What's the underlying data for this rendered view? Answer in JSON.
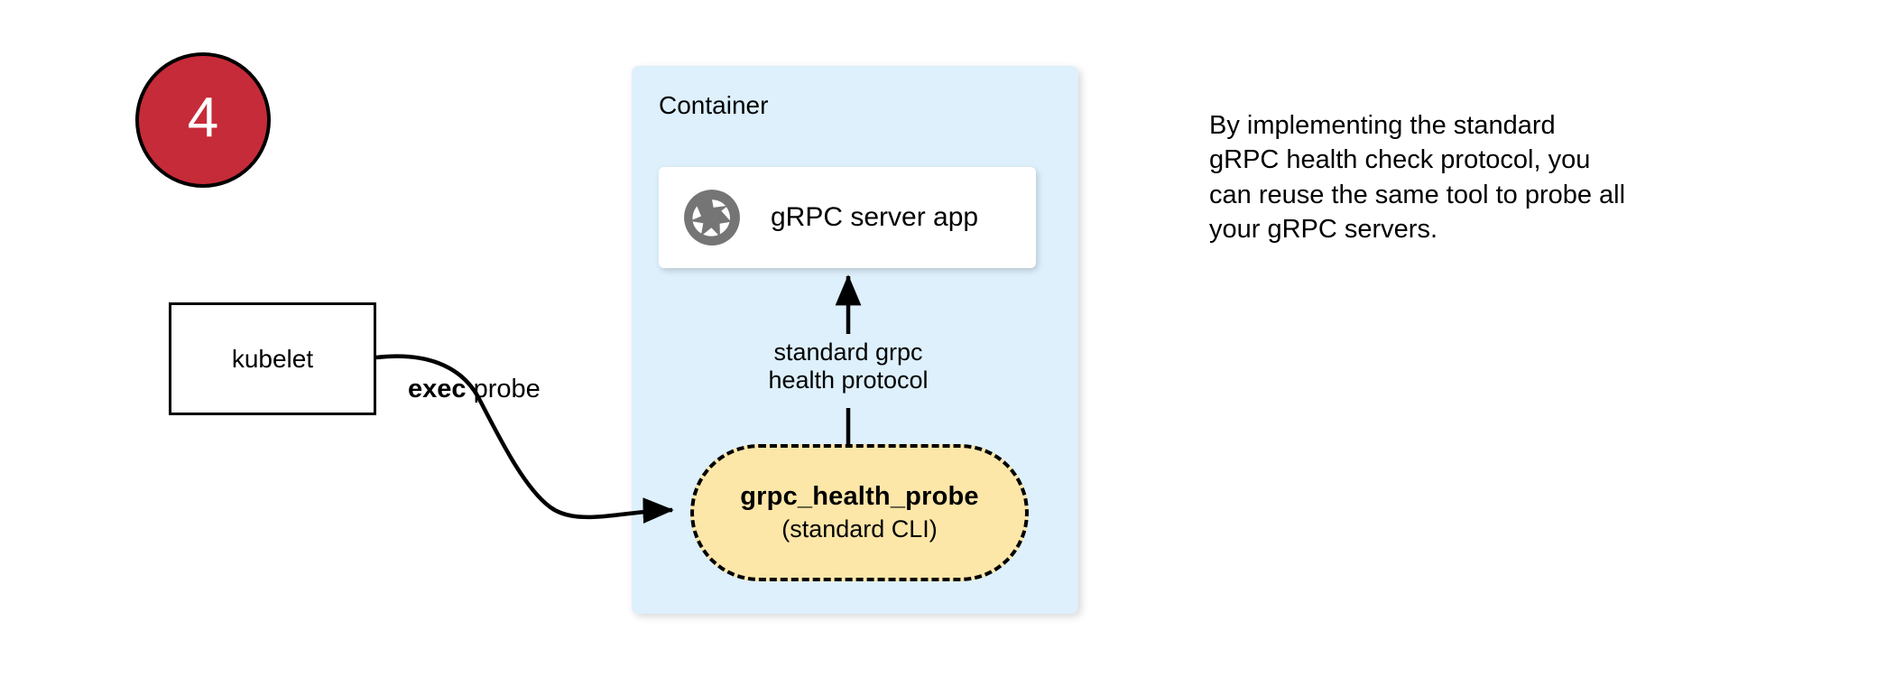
{
  "step": {
    "number": "4",
    "badge_color": "#c62b39",
    "badge_text_color": "#ffffff"
  },
  "kubelet": {
    "label": "kubelet"
  },
  "edges": {
    "exec_probe_bold": "exec",
    "exec_probe_rest": " probe",
    "protocol_line1": "standard grpc",
    "protocol_line2": "health protocol"
  },
  "container": {
    "title": "Container",
    "fill_color": "#ddf0fc",
    "server_card": {
      "icon": "grpc-aperture-icon",
      "icon_color": "#757575",
      "label": "gRPC server app"
    },
    "probe": {
      "title": "grpc_health_probe",
      "subtitle": "(standard CLI)",
      "fill_color": "#fce6a8",
      "border_style": "dashed"
    }
  },
  "caption": {
    "line1": "By implementing the standard",
    "line2": "gRPC health check protocol, you",
    "line3": "can reuse the same tool to probe all",
    "line4": "your gRPC servers."
  }
}
